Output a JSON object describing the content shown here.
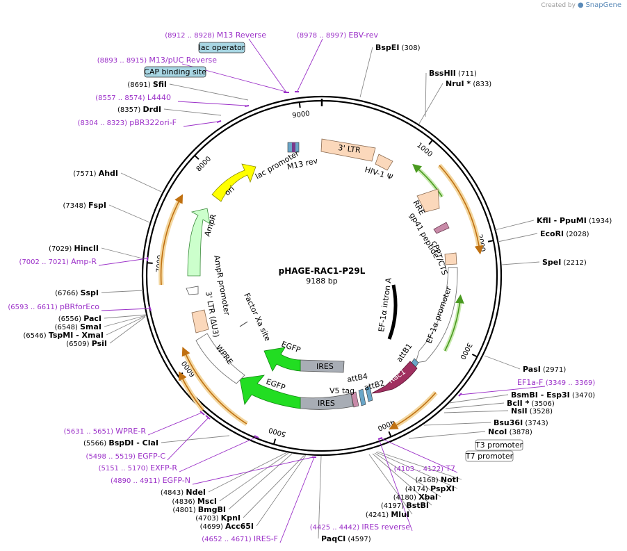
{
  "credit": {
    "prefix": "Created by",
    "brand": "SnapGene"
  },
  "plasmid": {
    "name": "pHAGE-RAC1-P29L",
    "size_label": "9188 bp",
    "length": 9188
  },
  "ticks": [
    "1000",
    "2000",
    "3000",
    "4000",
    "5000",
    "6000",
    "7000",
    "8000",
    "9000"
  ],
  "colors": {
    "enzyme": "#000000",
    "primer": "#9b30c8",
    "promoter_feature": "#ffffff",
    "ltr": "#fbd8bb",
    "ori": "#ffff00",
    "ampr": "#ccffcc",
    "egfp": "#22dd22",
    "ires": "#a8adb5",
    "rac1": "#a03060",
    "orf_arrow": "#e8a030",
    "green_arrow": "#7ac943",
    "intron": "#000000",
    "misc_feature": "#a8d6e3"
  },
  "labels": {
    "enzymes": [
      {
        "name": "BspEI",
        "pos": "(308)"
      },
      {
        "name": "BssHII",
        "pos": "(711)"
      },
      {
        "name": "NruI *",
        "pos": "(833)"
      },
      {
        "name": "KflI  - PpuMI",
        "pos": "(1934)"
      },
      {
        "name": "EcoRI",
        "pos": "(2028)"
      },
      {
        "name": "SpeI",
        "pos": "(2212)"
      },
      {
        "name": "PasI",
        "pos": "(2971)"
      },
      {
        "name": "BsmBI  - Esp3I",
        "pos": "(3470)"
      },
      {
        "name": "BclI *",
        "pos": "(3506)"
      },
      {
        "name": "NsiI",
        "pos": "(3528)"
      },
      {
        "name": "Bsu36I",
        "pos": "(3743)"
      },
      {
        "name": "NcoI",
        "pos": "(3878)"
      },
      {
        "name": "NotI",
        "pos": "(4168)"
      },
      {
        "name": "PspXI",
        "pos": "(4174)"
      },
      {
        "name": "XbaI",
        "pos": "(4180)"
      },
      {
        "name": "BstBI",
        "pos": "(4197)"
      },
      {
        "name": "MluI",
        "pos": "(4241)"
      },
      {
        "name": "PaqCI",
        "pos": "(4597)"
      },
      {
        "name": "Acc65I",
        "pos": "(4699)"
      },
      {
        "name": "KpnI",
        "pos": "(4703)"
      },
      {
        "name": "BmgBI",
        "pos": "(4801)"
      },
      {
        "name": "MscI",
        "pos": "(4836)"
      },
      {
        "name": "NdeI",
        "pos": "(4843)"
      },
      {
        "name": "BspDI  - ClaI",
        "pos": "(5566)"
      },
      {
        "name": "PsiI",
        "pos": "(6509)"
      },
      {
        "name": "TspMI  - XmaI",
        "pos": "(6546)"
      },
      {
        "name": "SmaI",
        "pos": "(6548)"
      },
      {
        "name": "PacI",
        "pos": "(6556)"
      },
      {
        "name": "SspI",
        "pos": "(6766)"
      },
      {
        "name": "HincII",
        "pos": "(7029)"
      },
      {
        "name": "FspI",
        "pos": "(7348)"
      },
      {
        "name": "AhdI",
        "pos": "(7571)"
      },
      {
        "name": "DrdI",
        "pos": "(8357)"
      },
      {
        "name": "SfiI",
        "pos": "(8691)"
      }
    ],
    "primers": [
      {
        "name": "M13 Reverse",
        "range": "(8912 .. 8928)"
      },
      {
        "name": "EBV-rev",
        "range": "(8978 .. 8997)"
      },
      {
        "name": "M13/pUC Reverse",
        "range": "(8893 .. 8915)"
      },
      {
        "name": "L4440",
        "range": "(8557 .. 8574)"
      },
      {
        "name": "pBR322ori-F",
        "range": "(8304 .. 8323)"
      },
      {
        "name": "Amp-R",
        "range": "(7002 .. 7021)"
      },
      {
        "name": "pBRforEco",
        "range": "(6593 .. 6611)"
      },
      {
        "name": "WPRE-R",
        "range": "(5631 .. 5651)"
      },
      {
        "name": "EGFP-C",
        "range": "(5498 .. 5519)"
      },
      {
        "name": "EXFP-R",
        "range": "(5151 .. 5170)"
      },
      {
        "name": "EGFP-N",
        "range": "(4890 .. 4911)"
      },
      {
        "name": "IRES-F",
        "range": "(4652 .. 4671)"
      },
      {
        "name": "IRES reverse",
        "range": "(4425 .. 4442)"
      },
      {
        "name": "T7",
        "range": "(4103 .. 4122)"
      },
      {
        "name": "EF1a-F",
        "range": "(3349 .. 3369)"
      }
    ],
    "boxed": [
      {
        "name": "lac operator"
      },
      {
        "name": "CAP binding site"
      },
      {
        "name": "T3 promoter"
      },
      {
        "name": "T7 promoter"
      }
    ],
    "features": [
      {
        "name": "3' LTR"
      },
      {
        "name": "HIV-1 Ψ"
      },
      {
        "name": "RRE"
      },
      {
        "name": "gp41 peptide"
      },
      {
        "name": "cPPT/CTS"
      },
      {
        "name": "EF-1α promoter"
      },
      {
        "name": "EF-1α intron A"
      },
      {
        "name": "attB1"
      },
      {
        "name": "Rac1"
      },
      {
        "name": "attB2"
      },
      {
        "name": "attB4"
      },
      {
        "name": "V5 tag"
      },
      {
        "name": "IRES"
      },
      {
        "name": "EGFP"
      },
      {
        "name": "IRES"
      },
      {
        "name": "EGFP"
      },
      {
        "name": "WPRE"
      },
      {
        "name": "Factor Xa site"
      },
      {
        "name": "3' LTR (ΔU3)"
      },
      {
        "name": "AmpR promoter"
      },
      {
        "name": "AmpR"
      },
      {
        "name": "ori"
      },
      {
        "name": "lac promoter"
      },
      {
        "name": "M13 rev"
      }
    ]
  }
}
